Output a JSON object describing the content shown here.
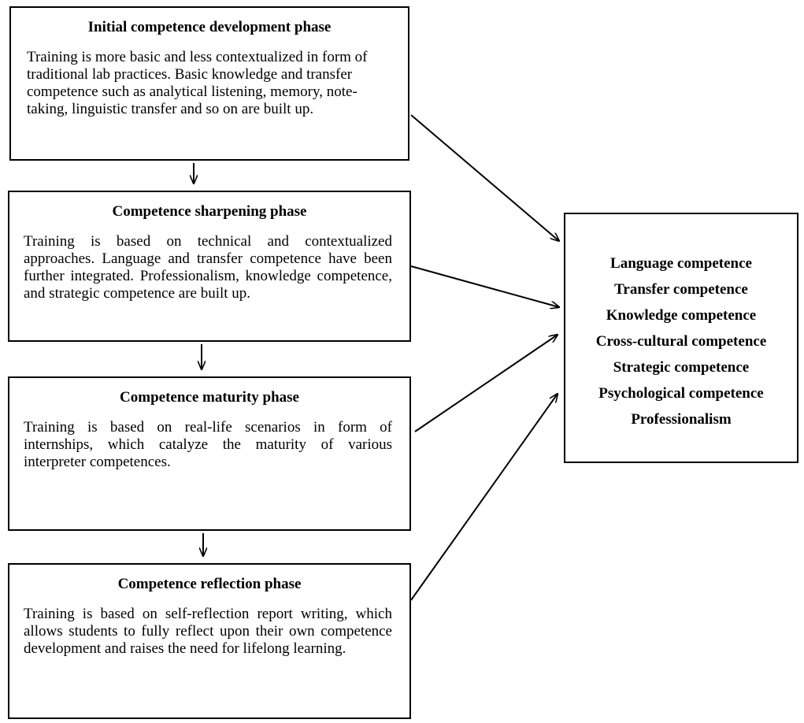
{
  "phases": [
    {
      "title": "Initial competence development phase",
      "text": "Training is more basic and less contextualized in form of traditional lab practices. Basic knowledge and transfer competence such as analytical listening, memory, note-taking, linguistic transfer and so on are built up."
    },
    {
      "title": "Competence sharpening phase",
      "text": "Training is based on technical and contextualized approaches. Language and transfer competence have been further integrated. Professionalism, knowledge competence, and strategic competence are built up."
    },
    {
      "title": "Competence maturity phase",
      "text": "Training is based on real-life scenarios in form of internships, which catalyze the maturity of various interpreter competences."
    },
    {
      "title": "Competence reflection phase",
      "text": "Training is based on self-reflection report writing, which allows students to fully reflect upon their own competence development and raises the need for lifelong learning."
    }
  ],
  "competences": [
    "Language competence",
    "Transfer competence",
    "Knowledge competence",
    "Cross-cultural competence",
    "Strategic competence",
    "Psychological competence",
    "Professionalism"
  ]
}
